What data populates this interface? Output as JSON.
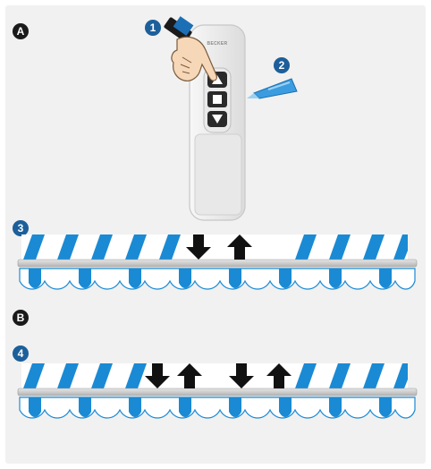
{
  "labels": {
    "section_a": "A",
    "section_b": "B",
    "step_1": "1",
    "step_2": "2",
    "step_3": "3",
    "step_4": "4"
  },
  "remote": {
    "brand": "BECKER",
    "buttons": [
      "up-button",
      "stop-button",
      "down-button"
    ]
  },
  "colors": {
    "stripe_blue": "#1a8ad4",
    "label_dark": "#1a1a1a",
    "number_blue": "#1c5f9a"
  },
  "icons": [
    "hand-pointer-icon",
    "pen-icon",
    "arrow-down-icon",
    "arrow-up-icon"
  ]
}
